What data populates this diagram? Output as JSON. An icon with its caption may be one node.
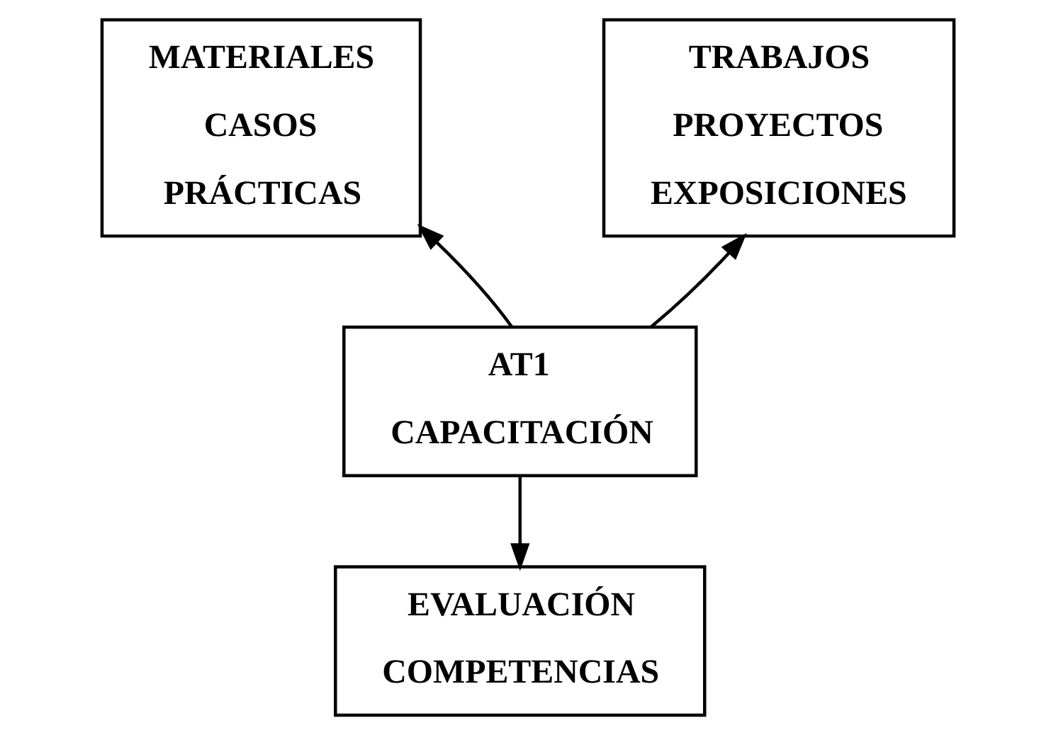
{
  "diagram": {
    "nodes": [
      {
        "text": [
          "MATERIALES",
          "CASOS",
          "PRÁCTICAS"
        ]
      },
      {
        "text": [
          "TRABAJOS",
          "PROYECTOS",
          "EXPOSICIONES"
        ]
      },
      {
        "text": [
          "AT1",
          "CAPACITACIÓN"
        ]
      },
      {
        "text": [
          "EVALUACIÓN",
          "COMPETENCIAS"
        ]
      }
    ],
    "edges": [
      {
        "from": 2,
        "to": 0,
        "arrow": "to"
      },
      {
        "from": 2,
        "to": 1,
        "arrow": "to"
      },
      {
        "from": 2,
        "to": 3,
        "arrow": "to"
      }
    ]
  }
}
